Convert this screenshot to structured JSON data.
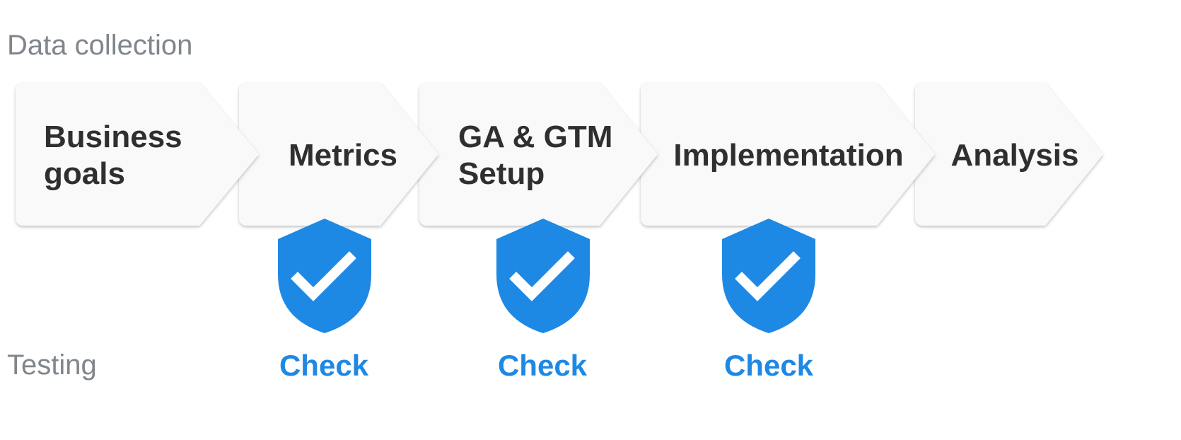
{
  "rows": {
    "top_label": "Data collection",
    "bottom_label": "Testing"
  },
  "steps": [
    {
      "label": "Business\ngoals"
    },
    {
      "label": "Metrics"
    },
    {
      "label": "GA & GTM\nSetup"
    },
    {
      "label": "Implementation"
    },
    {
      "label": "Analysis"
    }
  ],
  "checks": [
    {
      "label": "Check",
      "icon": "shield-check-icon"
    },
    {
      "label": "Check",
      "icon": "shield-check-icon"
    },
    {
      "label": "Check",
      "icon": "shield-check-icon"
    }
  ],
  "colors": {
    "step_fill": "#f9f9f9",
    "step_text": "#2f2f2f",
    "row_label": "#80868b",
    "accent": "#1e88e5"
  }
}
